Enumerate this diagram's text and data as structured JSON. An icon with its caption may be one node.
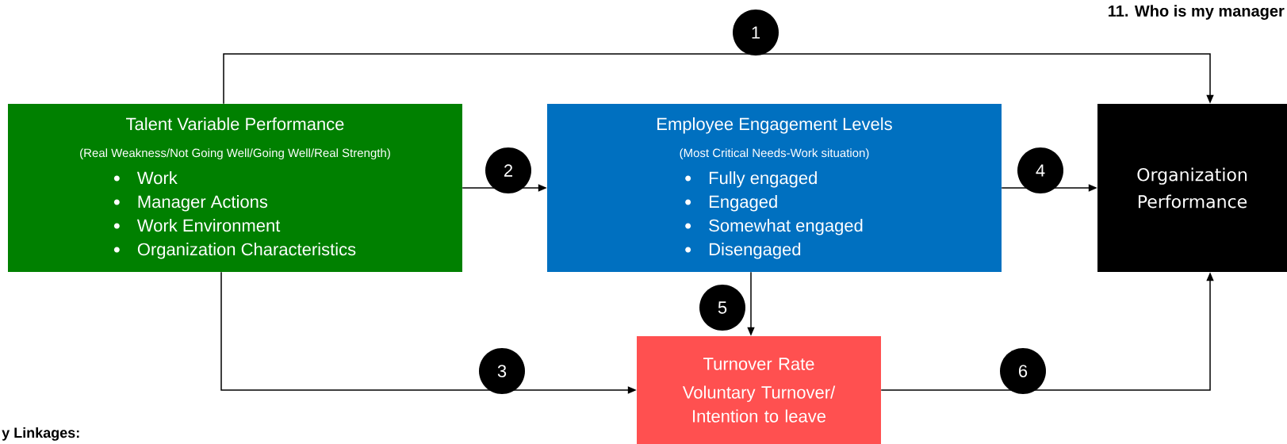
{
  "diagram": {
    "nodes": [
      {
        "text": [
          "Talent Variable Performance",
          "(Real Weakness/Not Going Well/Going Well/Real Strength)",
          "Work",
          "Manager Actions",
          "Work Environment",
          "Organization Characteristics"
        ]
      },
      {
        "text": [
          "Employee Engagement Levels",
          "(Most Critical Needs-Work situation)",
          "Fully engaged",
          "Engaged",
          "Somewhat engaged",
          "Disengaged"
        ]
      },
      {
        "text": [
          "Organization Performance"
        ]
      },
      {
        "text": [
          "Turnover Rate",
          "Voluntary Turnover/ Intention to leave"
        ]
      }
    ],
    "edges": [
      {
        "from": 0,
        "to": 2,
        "arrow": "to",
        "label": "1"
      },
      {
        "from": 0,
        "to": 1,
        "arrow": "to",
        "label": "2"
      },
      {
        "from": 0,
        "to": 3,
        "arrow": "to",
        "label": "3"
      },
      {
        "from": 1,
        "to": 2,
        "arrow": "to",
        "label": "4"
      },
      {
        "from": 1,
        "to": 3,
        "arrow": "to",
        "label": "5"
      },
      {
        "from": 3,
        "to": 2,
        "arrow": "to",
        "label": "6"
      }
    ],
    "labels": [
      "11. Who is my manager",
      "y Linkages:"
    ]
  }
}
